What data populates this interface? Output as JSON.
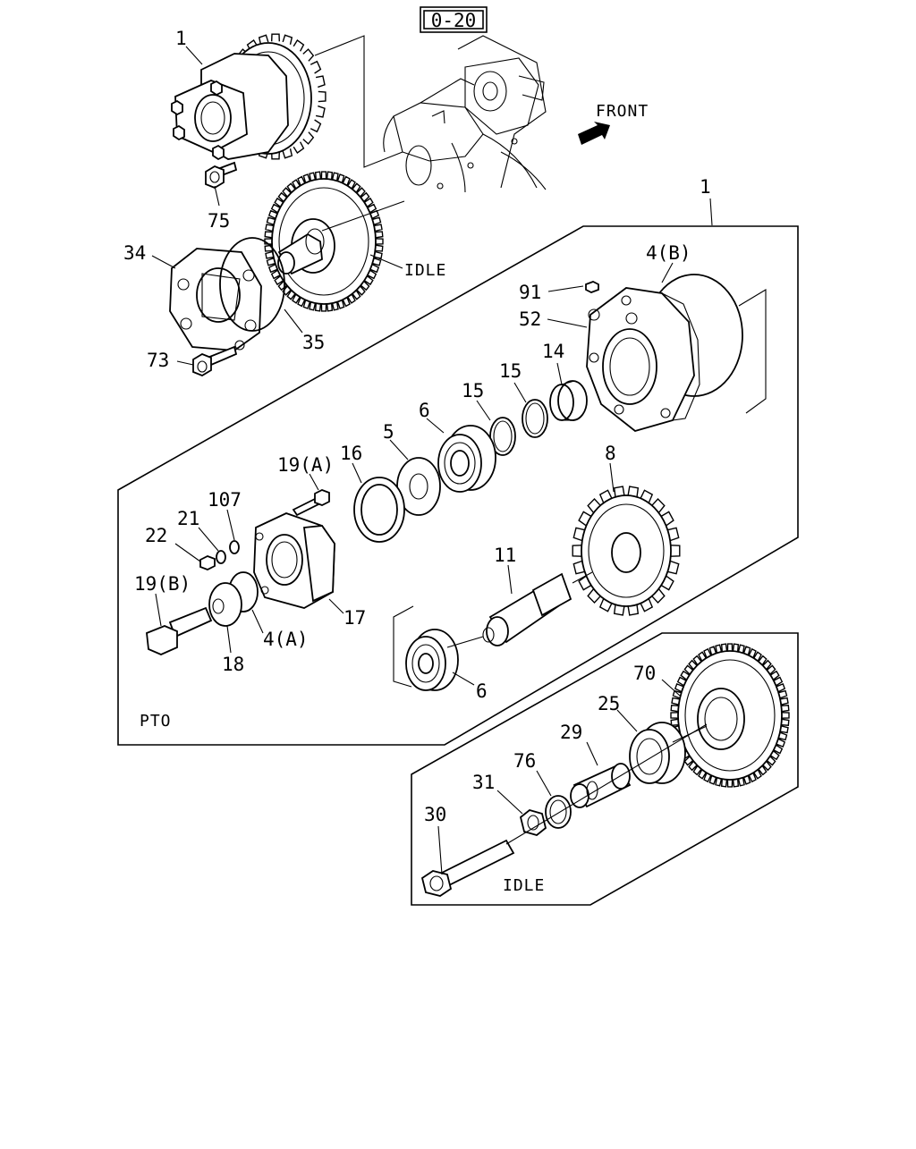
{
  "diagram": {
    "ref_box": "0-20",
    "front_label": "FRONT",
    "groups": {
      "pto": "PTO",
      "idle_upper": "IDLE",
      "idle_lower": "IDLE"
    },
    "callouts": {
      "c1_top": "1",
      "c75": "75",
      "c34": "34",
      "c35": "35",
      "c73": "73",
      "c1_box": "1",
      "c4b": "4(B)",
      "c91": "91",
      "c52": "52",
      "c14": "14",
      "c15a": "15",
      "c15b": "15",
      "c6a": "6",
      "c5": "5",
      "c16": "16",
      "c19a": "19(A)",
      "c107": "107",
      "c21": "21",
      "c22": "22",
      "c19b": "19(B)",
      "c17": "17",
      "c4a": "4(A)",
      "c18": "18",
      "c8": "8",
      "c11": "11",
      "c6b": "6",
      "c70": "70",
      "c25": "25",
      "c29": "29",
      "c76": "76",
      "c31": "31",
      "c30": "30"
    }
  }
}
